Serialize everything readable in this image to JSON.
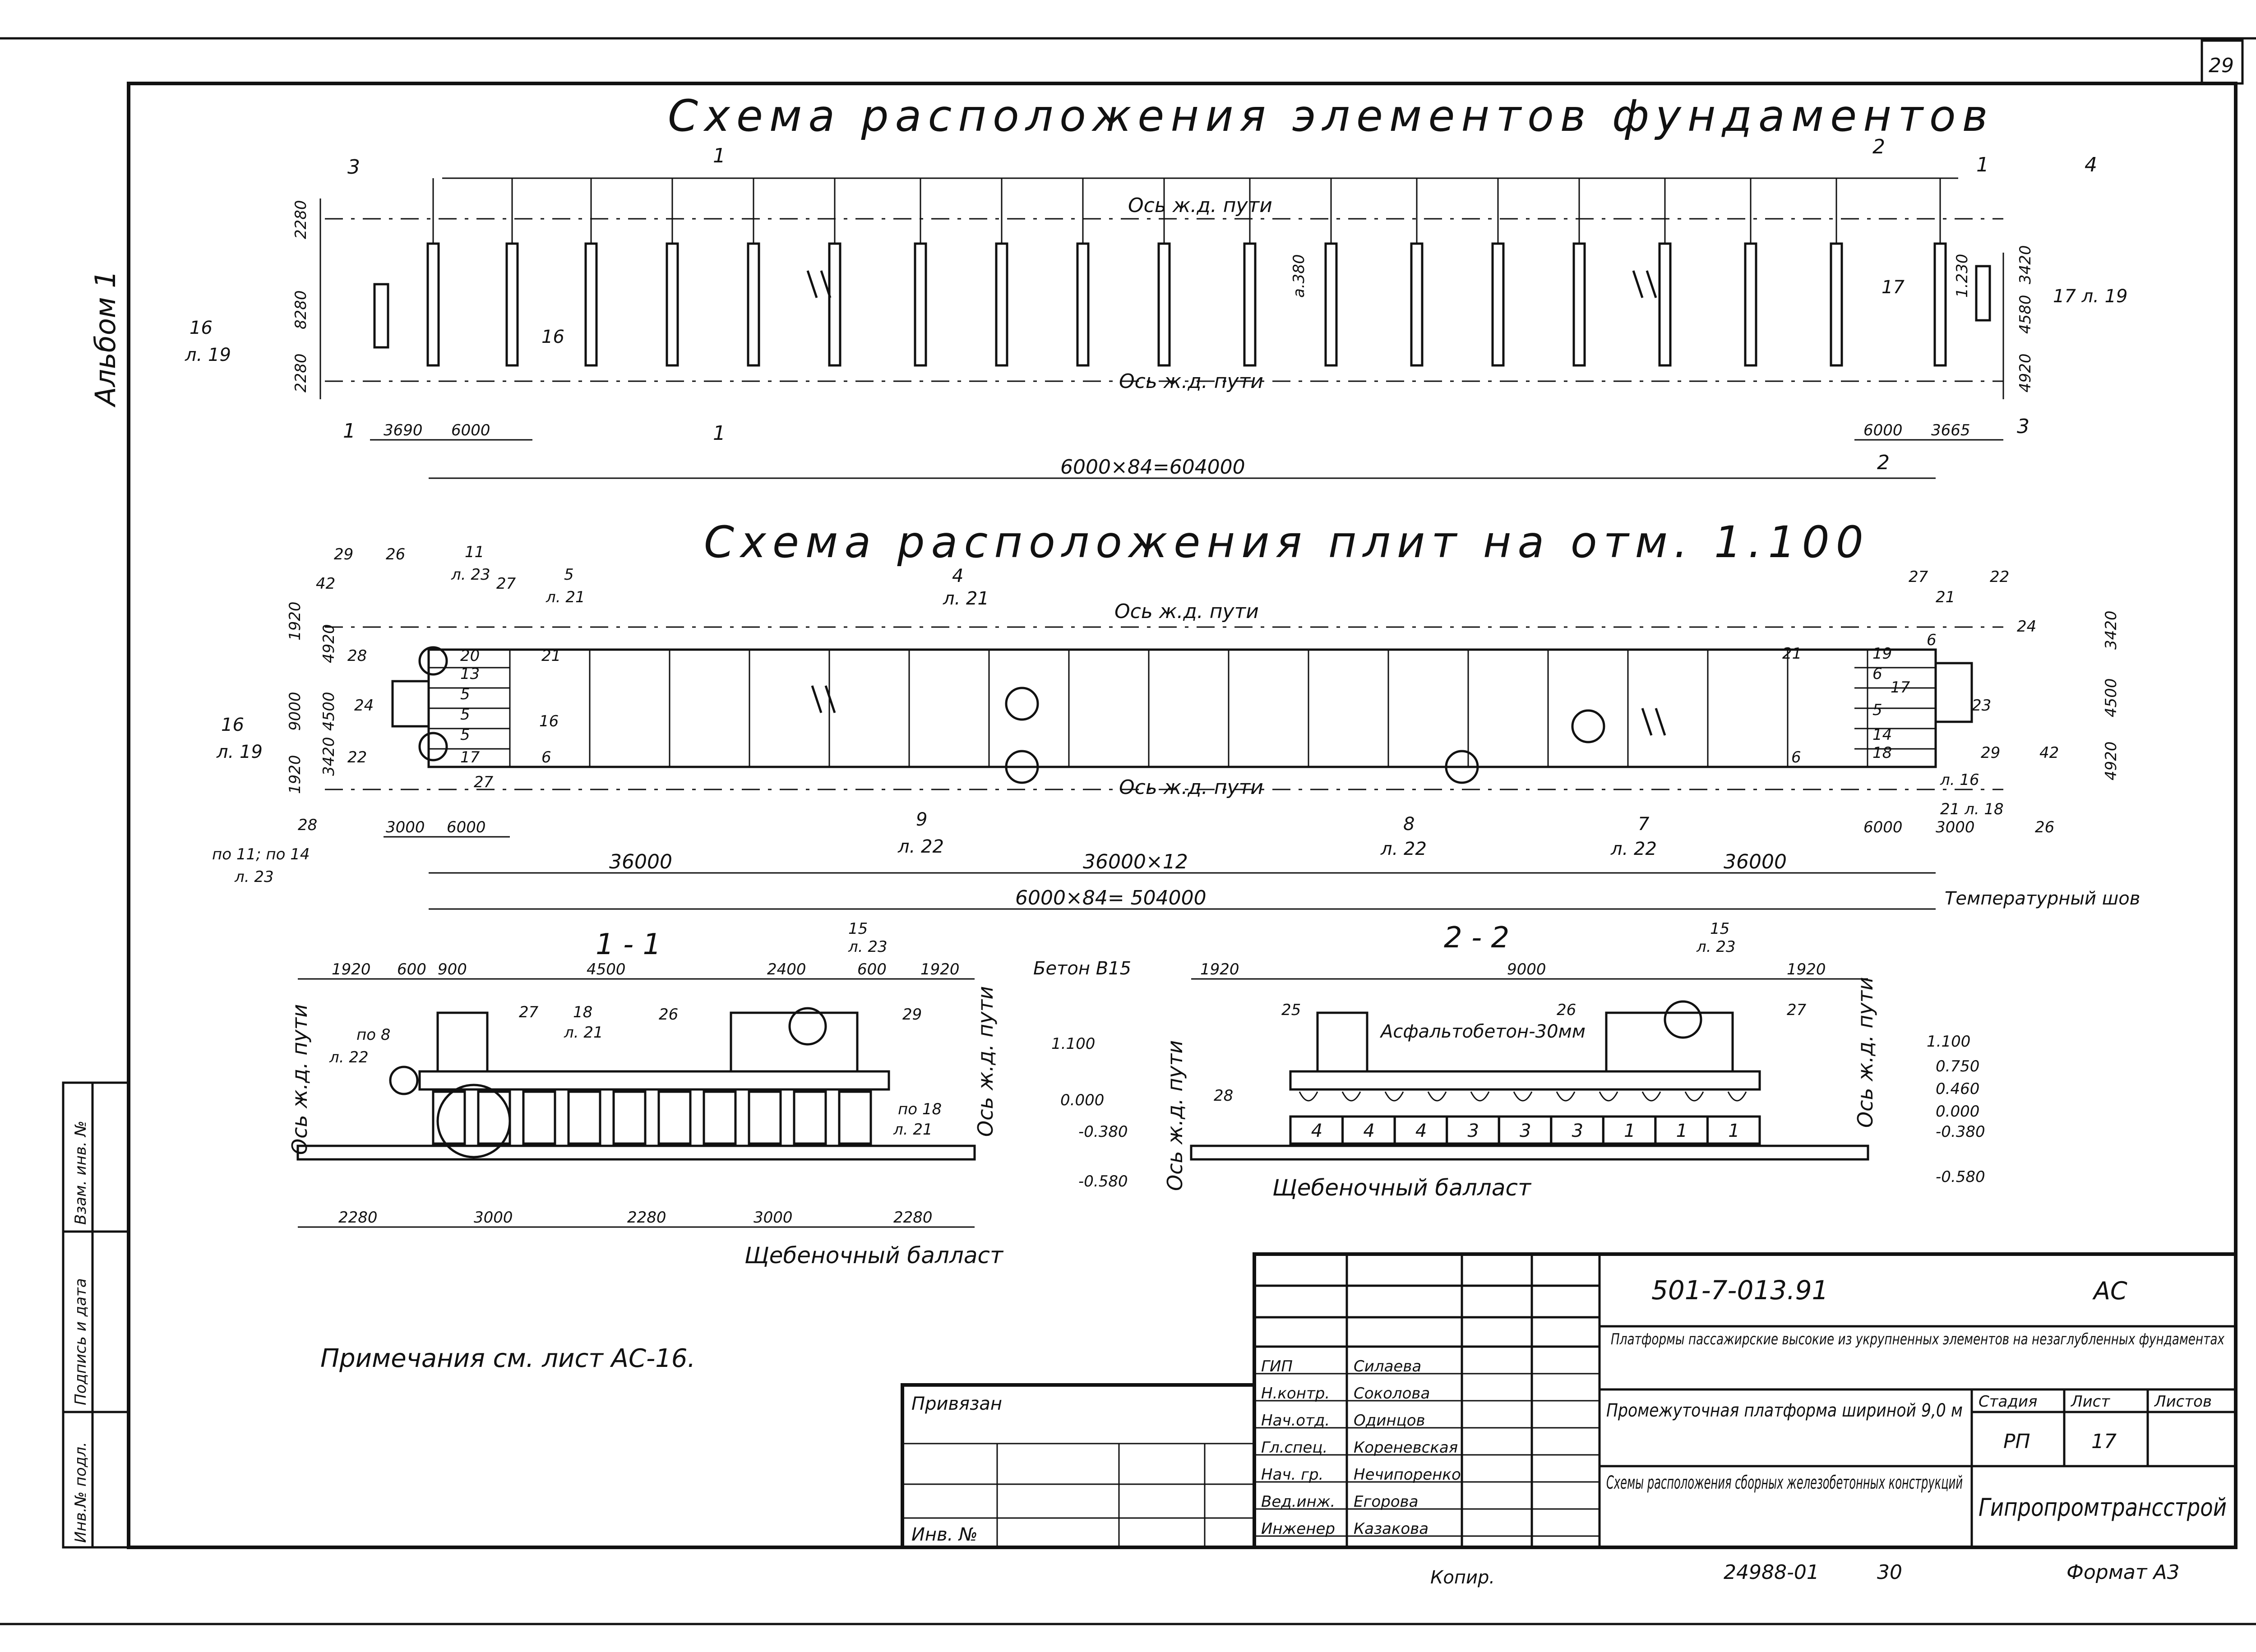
{
  "sheet": {
    "page_number": "29",
    "album_label": "Альбом 1",
    "side_stamp": [
      "Взам. инв. №",
      "Подпись и дата",
      "Инв.№ подл."
    ]
  },
  "plan1": {
    "title": "Схема расположения элементов фундаментов",
    "axis_top": "Ось ж.д. пути",
    "axis_bottom": "Ось ж.д. пути",
    "dims_left": [
      "2280",
      "8280",
      "2280"
    ],
    "dims_right": [
      "3420",
      "4580",
      "4920"
    ],
    "bottom_left_dims": [
      "3690",
      "6000"
    ],
    "bottom_right_dims": [
      "6000",
      "3665"
    ],
    "total_dim": "6000×84=604000",
    "section_marks": [
      "1",
      "2",
      "3",
      "4"
    ],
    "callouts": [
      "16",
      "л. 19",
      "17",
      "17 л. 19",
      "а.380",
      "1.230"
    ]
  },
  "plan2": {
    "title": "Схема расположения плит на отм. 1.100",
    "axis_top": "Ось ж.д. пути",
    "axis_bottom": "Ось ж.д. пути",
    "dims_left": [
      "1920",
      "9000",
      "1920"
    ],
    "dims_left_inner": [
      "4920",
      "4500",
      "3420"
    ],
    "dims_right": [
      "3420",
      "4500",
      "4920"
    ],
    "left_nums": [
      "29",
      "26",
      "11",
      "л. 23",
      "27",
      "5",
      "л. 21",
      "42",
      "28",
      "24",
      "22",
      "20",
      "13",
      "5",
      "5",
      "5",
      "17",
      "27",
      "21",
      "6",
      "16"
    ],
    "right_nums": [
      "27",
      "22",
      "21",
      "24",
      "19",
      "6",
      "6",
      "5",
      "14",
      "18",
      "17",
      "23",
      "29",
      "42",
      "л. 16",
      "21 л. 18",
      "26",
      "21",
      "6"
    ],
    "callouts": [
      {
        "num": "4",
        "sheet": "л. 21"
      },
      {
        "num": "9",
        "sheet": "л. 22"
      },
      {
        "num": "8",
        "sheet": "л. 22"
      },
      {
        "num": "7",
        "sheet": "л. 22"
      }
    ],
    "bottom_dims": [
      "3000",
      "6000",
      "36000",
      "36000×12",
      "36000",
      "6000",
      "3000"
    ],
    "total_dim": "6000×84= 504000",
    "temp_joint": "Температурный шов",
    "ref_left": "по 11; по 14",
    "ref_left_sheet": "л. 23",
    "side16": "16",
    "side16_sheet": "л. 19"
  },
  "sec11": {
    "title": "1 - 1",
    "top_dims": [
      "1920",
      "600",
      "900",
      "4500",
      "2400",
      "600",
      "1920"
    ],
    "bottom_dims": [
      "2280",
      "3000",
      "2280",
      "3000",
      "2280"
    ],
    "axis_label": "Ось ж.д. пути",
    "refs": [
      "по 8",
      "л. 22",
      "27",
      "18",
      "л. 21",
      "26",
      "29",
      "15",
      "л. 23",
      "по 18",
      "л. 21"
    ],
    "levels": [
      "1.100",
      "0.000",
      "-0.380",
      "-0.580"
    ],
    "ballast": "Щебеночный балласт"
  },
  "sec22": {
    "title": "2 - 2",
    "concrete": "Бетон В15",
    "top_dims": [
      "1920",
      "9000",
      "1920"
    ],
    "asphalt": "Асфальтобетон-30мм",
    "refs": [
      "25",
      "26",
      "27",
      "28",
      "15",
      "л. 23"
    ],
    "blocks": [
      "4",
      "4",
      "4",
      "3",
      "3",
      "3",
      "1",
      "1",
      "1"
    ],
    "levels": [
      "1.100",
      "0.750",
      "0.460",
      "0.000",
      "-0.380",
      "-0.580"
    ],
    "ballast": "Щебеночный балласт",
    "axis_label": "Ось ж.д. пути"
  },
  "note": "Примечания см. лист АС-16.",
  "title_block": {
    "doc_code": "501-7-013.91",
    "mark": "АС",
    "project": "Платформы пассажирские высокие из укрупненных элементов на незаглубленных фундаментах",
    "object": "Промежуточная платформа шириной 9,0 м",
    "sheet_name": "Схемы расположения сборных железобетонных конструкций",
    "stage_h": "Стадия",
    "sheet_h": "Лист",
    "sheets_h": "Листов",
    "stage": "РП",
    "sheet": "17",
    "org": "Гипропромтрансстрой",
    "bound": "Привязан",
    "inv": "Инв. №",
    "roles": [
      {
        "role": "ГИП",
        "name": "Силаева"
      },
      {
        "role": "Н.контр.",
        "name": "Соколова"
      },
      {
        "role": "Нач.отд.",
        "name": "Одинцов"
      },
      {
        "role": "Гл.спец.",
        "name": "Кореневская"
      },
      {
        "role": "Нач. гр.",
        "name": "Нечипоренко"
      },
      {
        "role": "Вед.инж.",
        "name": "Егорова"
      },
      {
        "role": "Инженер",
        "name": "Казакова"
      }
    ],
    "copy": "Копир.",
    "archive": "24988-01",
    "archive2": "30",
    "format": "Формат А3"
  }
}
